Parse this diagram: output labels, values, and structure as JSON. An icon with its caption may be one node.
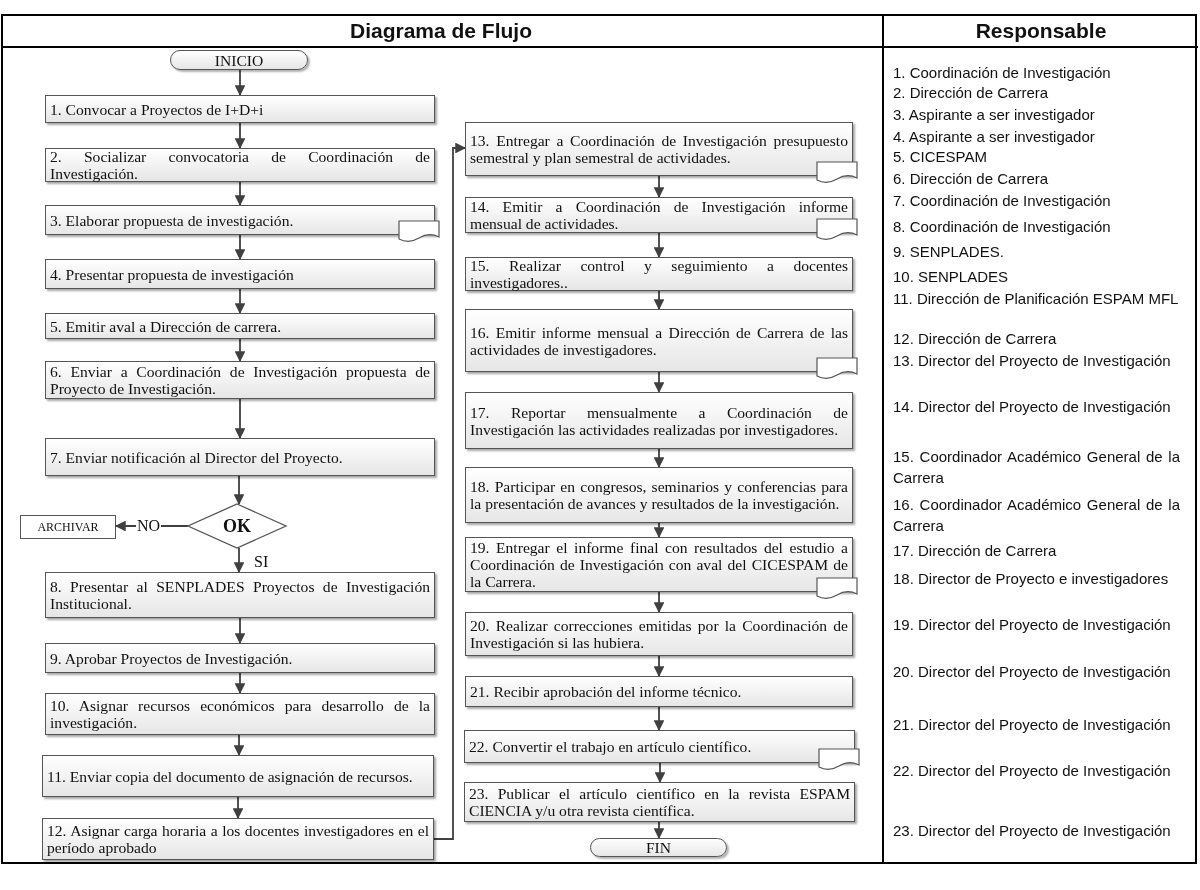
{
  "diagram": {
    "nodes": [
      {
        "text": [
          "INICIO"
        ]
      },
      {
        "text": [
          "1. Convocar a Proyectos de I+D+i"
        ]
      },
      {
        "text": [
          "2. Socializar  convocatoria de Coordinación de Investigación."
        ]
      },
      {
        "text": [
          "3. Elaborar propuesta de investigación."
        ]
      },
      {
        "text": [
          "4. Presentar propuesta de investigación"
        ]
      },
      {
        "text": [
          "5. Emitir aval a Dirección de carrera."
        ]
      },
      {
        "text": [
          "6. Enviar a Coordinación de Investigación propuesta de Proyecto de Investigación."
        ]
      },
      {
        "text": [
          "7. Enviar notificación al Director del Proyecto."
        ]
      },
      {
        "text": [
          "OK"
        ]
      },
      {
        "text": [
          "ARCHIVAR"
        ]
      },
      {
        "text": [
          "8. Presentar al SENPLADES Proyectos de Investigación Institucional."
        ]
      },
      {
        "text": [
          "9. Aprobar Proyectos de Investigación."
        ]
      },
      {
        "text": [
          "10. Asignar recursos económicos para desarrollo de la investigación."
        ]
      },
      {
        "text": [
          "11. Enviar copia del documento de asignación de recursos."
        ]
      },
      {
        "text": [
          "12. Asignar carga horaria a los docentes investigadores en el período aprobado"
        ]
      },
      {
        "text": [
          "13. Entregar a Coordinación de Investigación presupuesto semestral y plan semestral de actividades."
        ]
      },
      {
        "text": [
          "14. Emitir a Coordinación de Investigación informe mensual de actividades."
        ]
      },
      {
        "text": [
          "15. Realizar control y seguimiento a docentes investigadores.."
        ]
      },
      {
        "text": [
          "16. Emitir informe mensual a Dirección de Carrera de las actividades de investigadores."
        ]
      },
      {
        "text": [
          "17. Reportar mensualmente a Coordinación de Investigación las actividades realizadas por investigadores."
        ]
      },
      {
        "text": [
          "18. Participar en congresos, seminarios y conferencias para la presentación de avances y resultados de la investigación."
        ]
      },
      {
        "text": [
          "19. Entregar el informe final con resultados del estudio a Coordinación de Investigación con aval del CICESPAM de la Carrera."
        ]
      },
      {
        "text": [
          "20. Realizar correcciones emitidas por la Coordinación de Investigación si las hubiera."
        ]
      },
      {
        "text": [
          "21. Recibir aprobación del informe técnico."
        ]
      },
      {
        "text": [
          "22. Convertir el trabajo en artículo científico."
        ]
      },
      {
        "text": [
          "23. Publicar el artículo científico en la revista ESPAM CIENCIA y/u otra revista científica."
        ]
      },
      {
        "text": [
          "FIN"
        ]
      }
    ],
    "edges": [
      {
        "from": 0,
        "to": 1,
        "arrow": "to"
      },
      {
        "from": 1,
        "to": 2,
        "arrow": "to"
      },
      {
        "from": 2,
        "to": 3,
        "arrow": "to"
      },
      {
        "from": 3,
        "to": 4,
        "arrow": "to"
      },
      {
        "from": 4,
        "to": 5,
        "arrow": "to"
      },
      {
        "from": 5,
        "to": 6,
        "arrow": "to"
      },
      {
        "from": 6,
        "to": 7,
        "arrow": "to"
      },
      {
        "from": 7,
        "to": 8,
        "arrow": "to"
      },
      {
        "from": 8,
        "to": 9,
        "arrow": "to",
        "label": "NO"
      },
      {
        "from": 8,
        "to": 10,
        "arrow": "to",
        "label": "SI"
      },
      {
        "from": 10,
        "to": 11,
        "arrow": "to"
      },
      {
        "from": 11,
        "to": 12,
        "arrow": "to"
      },
      {
        "from": 12,
        "to": 13,
        "arrow": "to"
      },
      {
        "from": 13,
        "to": 14,
        "arrow": "to"
      },
      {
        "from": 14,
        "to": 15,
        "arrow": "to"
      },
      {
        "from": 15,
        "to": 16,
        "arrow": "to"
      },
      {
        "from": 16,
        "to": 17,
        "arrow": "to"
      },
      {
        "from": 17,
        "to": 18,
        "arrow": "to"
      },
      {
        "from": 18,
        "to": 19,
        "arrow": "to"
      },
      {
        "from": 19,
        "to": 20,
        "arrow": "to"
      },
      {
        "from": 20,
        "to": 21,
        "arrow": "to"
      },
      {
        "from": 21,
        "to": 22,
        "arrow": "to"
      },
      {
        "from": 22,
        "to": 23,
        "arrow": "to"
      },
      {
        "from": 23,
        "to": 24,
        "arrow": "to"
      },
      {
        "from": 24,
        "to": 25,
        "arrow": "to"
      },
      {
        "from": 25,
        "to": 26,
        "arrow": "to"
      }
    ],
    "labels": [
      "Diagrama de Flujo",
      "Responsable",
      "1. Coordinación de Investigación",
      "2. Dirección de Carrera",
      "3. Aspirante a ser investigador",
      "4. Aspirante a ser investigador",
      "5. CICESPAM",
      "6. Dirección de Carrera",
      "7. Coordinación de Investigación",
      "8. Coordinación de Investigación",
      "9. SENPLADES.",
      "10. SENPLADES",
      "11. Dirección de Planificación ESPAM MFL",
      "12. Dirección de Carrera",
      "13. Director del Proyecto de Investigación",
      "14. Director del Proyecto de Investigación",
      "15. Coordinador Académico General de la Carrera",
      "16. Coordinador Académico General de la Carrera",
      "17. Dirección de Carrera",
      "18. Director de Proyecto e investigadores",
      "19. Director del Proyecto de Investigación",
      "20. Director del Proyecto de Investigación",
      "21. Director del Proyecto de Investigación",
      "22. Director del Proyecto de Investigación",
      "23. Director del Proyecto de Investigación"
    ]
  }
}
